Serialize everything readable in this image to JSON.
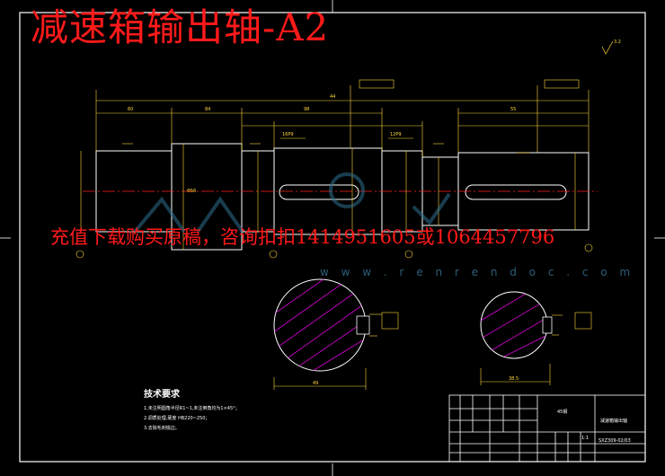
{
  "title": "减速箱输出轴-A2",
  "promo": "充值下载购买原稿，咨询扣扣1414951605或1064457796",
  "watermark": "w w w . r e n r e n d o c . c o m",
  "technical_requirements": {
    "heading": "技术要求",
    "lines": [
      "1.未注明圆角半径R1~1,未注倒角均为1×45°；",
      "2.调质处理,硬度  HB220~250；",
      "3.去除毛刺锐边。"
    ]
  },
  "title_block": {
    "part_name": "减速箱输出轴",
    "material": "45钢",
    "drawing_no": "SXZ309-02/03",
    "scale": "1:1"
  },
  "dimension_labels": {
    "lengths": [
      "60",
      "84",
      "98",
      "55",
      "44"
    ],
    "shaft_diameter": "Φ56",
    "keyway_width_1": "16P9",
    "keyway_width_2": "12P9",
    "roughness": "3.2",
    "section_depth_1": "49",
    "section_depth_2": "38.5"
  },
  "colors": {
    "background": "#000000",
    "frame": "#ffffff",
    "geometry": "#ffffff",
    "dimension": "#ffd83a",
    "centerline": "#ff2020",
    "hatch": "#e000e0",
    "overlay_text": "#ff1a1a"
  }
}
